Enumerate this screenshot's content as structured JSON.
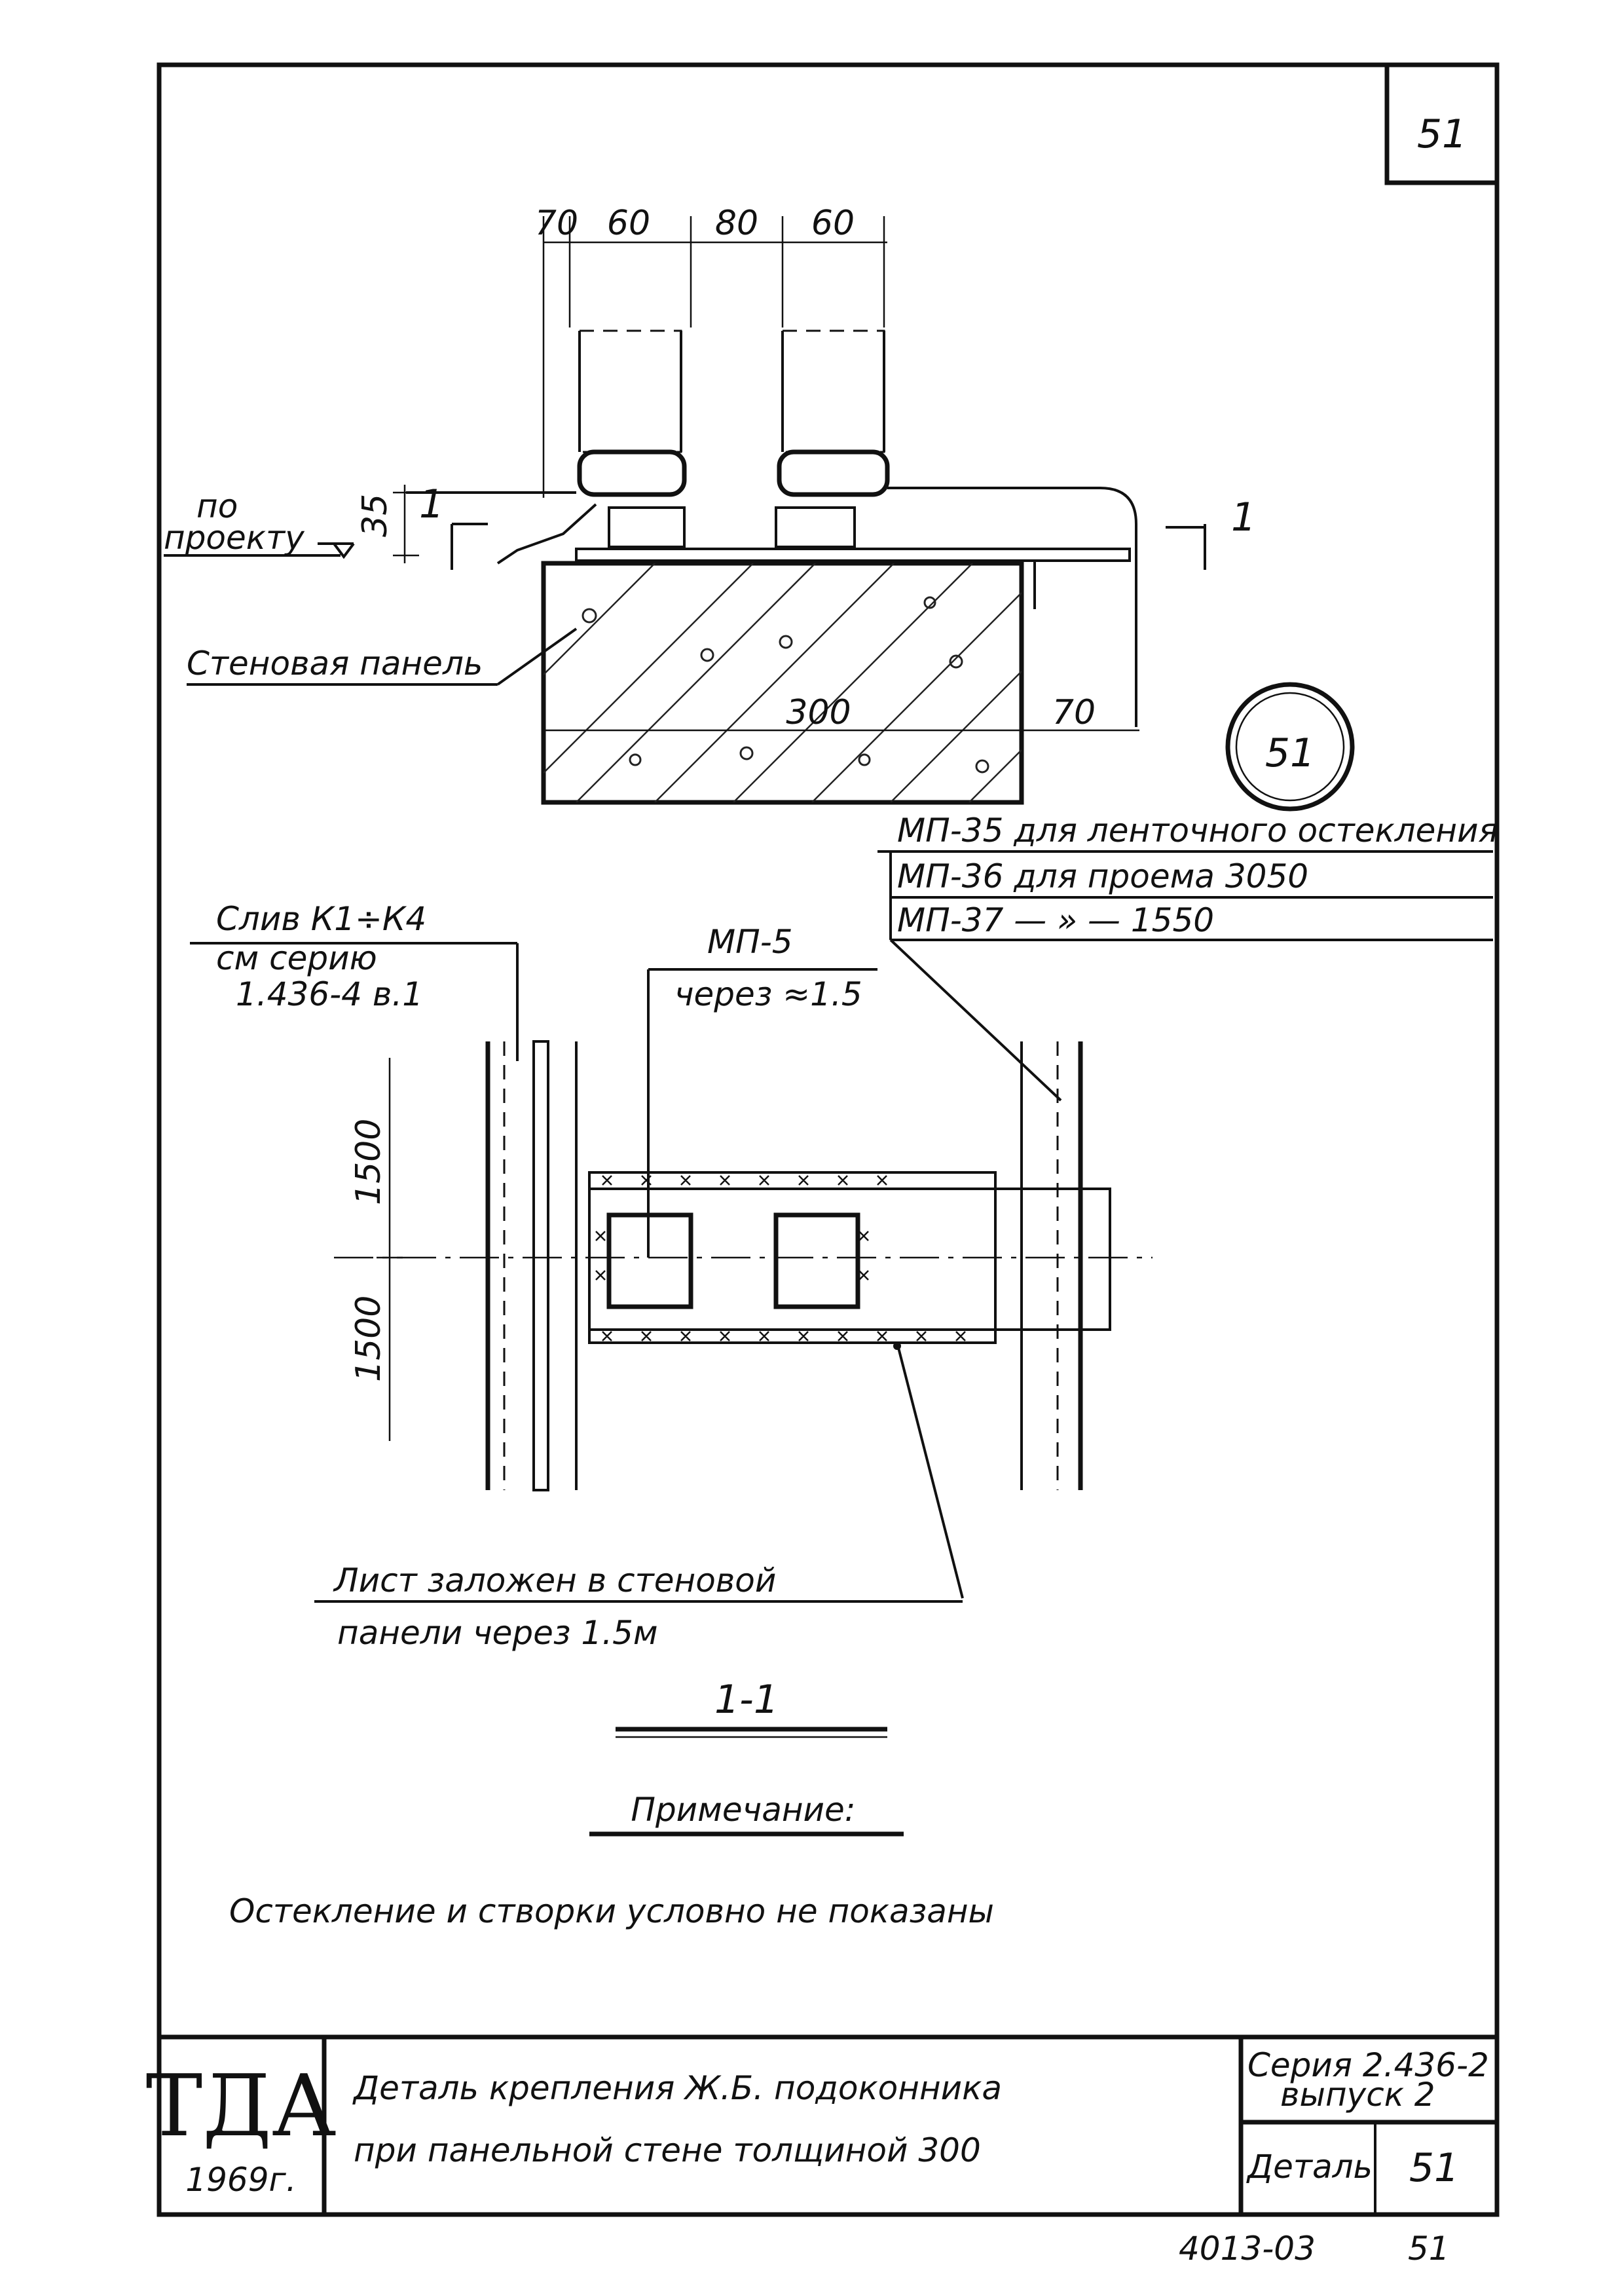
{
  "sheet_number": "51",
  "callout_circle": "51",
  "dimensions_top": [
    "70",
    "60",
    "80",
    "60"
  ],
  "dimension_35": "35",
  "dimension_300": "300",
  "dimension_70_right": "70",
  "dimension_1500_upper": "1500",
  "dimension_1500_lower": "1500",
  "section_marker_left": "1",
  "section_marker_right": "1",
  "by_project_line1": "по",
  "by_project_line2": "проекту",
  "wall_panel_label": "Стеновая панель",
  "mp_lines": [
    "МП-35 для ленточного остекления",
    "МП-36 для проема 3050",
    "МП-37 — » — 1550"
  ],
  "drain_label_line1": "Слив К1÷К4",
  "drain_label_line2": "см серию",
  "drain_label_line3": "1.436-4 в.1",
  "mp5_label": "МП-5",
  "mp5_spacing": "через ≈1.5",
  "sheet_note_line1": "Лист заложен в стеновой",
  "sheet_note_line2": "панели через 1.5м",
  "section_title": "1-1",
  "note_title": "Примечание:",
  "note_text": "Остекление и створки условно не показаны",
  "stamp": {
    "org": "ТДА",
    "year": "1969г.",
    "title_line1": "Деталь крепления Ж.Б. подоконника",
    "title_line2": "при панельной стене толщиной 300",
    "series_line1": "Серия 2.436-2",
    "series_line2": "выпуск 2",
    "detail_label": "Деталь",
    "detail_number": "51"
  },
  "doc_code": "4013-03",
  "doc_page": "51"
}
